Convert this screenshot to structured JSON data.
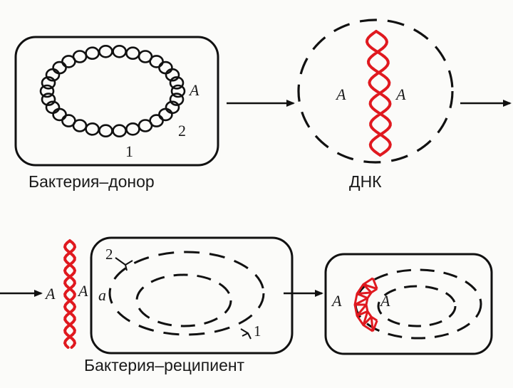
{
  "captions": {
    "donor": "Бактерия–донор",
    "dna": "ДНК",
    "recipient": "Бактерия–реципиент"
  },
  "labels": {
    "donor_allele": "A",
    "donor_number_1": "1",
    "donor_number_2": "2",
    "dna_left_allele": "A",
    "dna_right_allele": "A",
    "incoming_left_allele": "A",
    "incoming_right_allele": "A",
    "recipient_allele": "a",
    "recipient_number_2": "2",
    "recipient_number_1": "1",
    "result_left_allele": "A",
    "result_right_allele": "A"
  },
  "colors": {
    "line": "#111111",
    "dna": "#e0191f",
    "background": "#fbfbf9"
  }
}
